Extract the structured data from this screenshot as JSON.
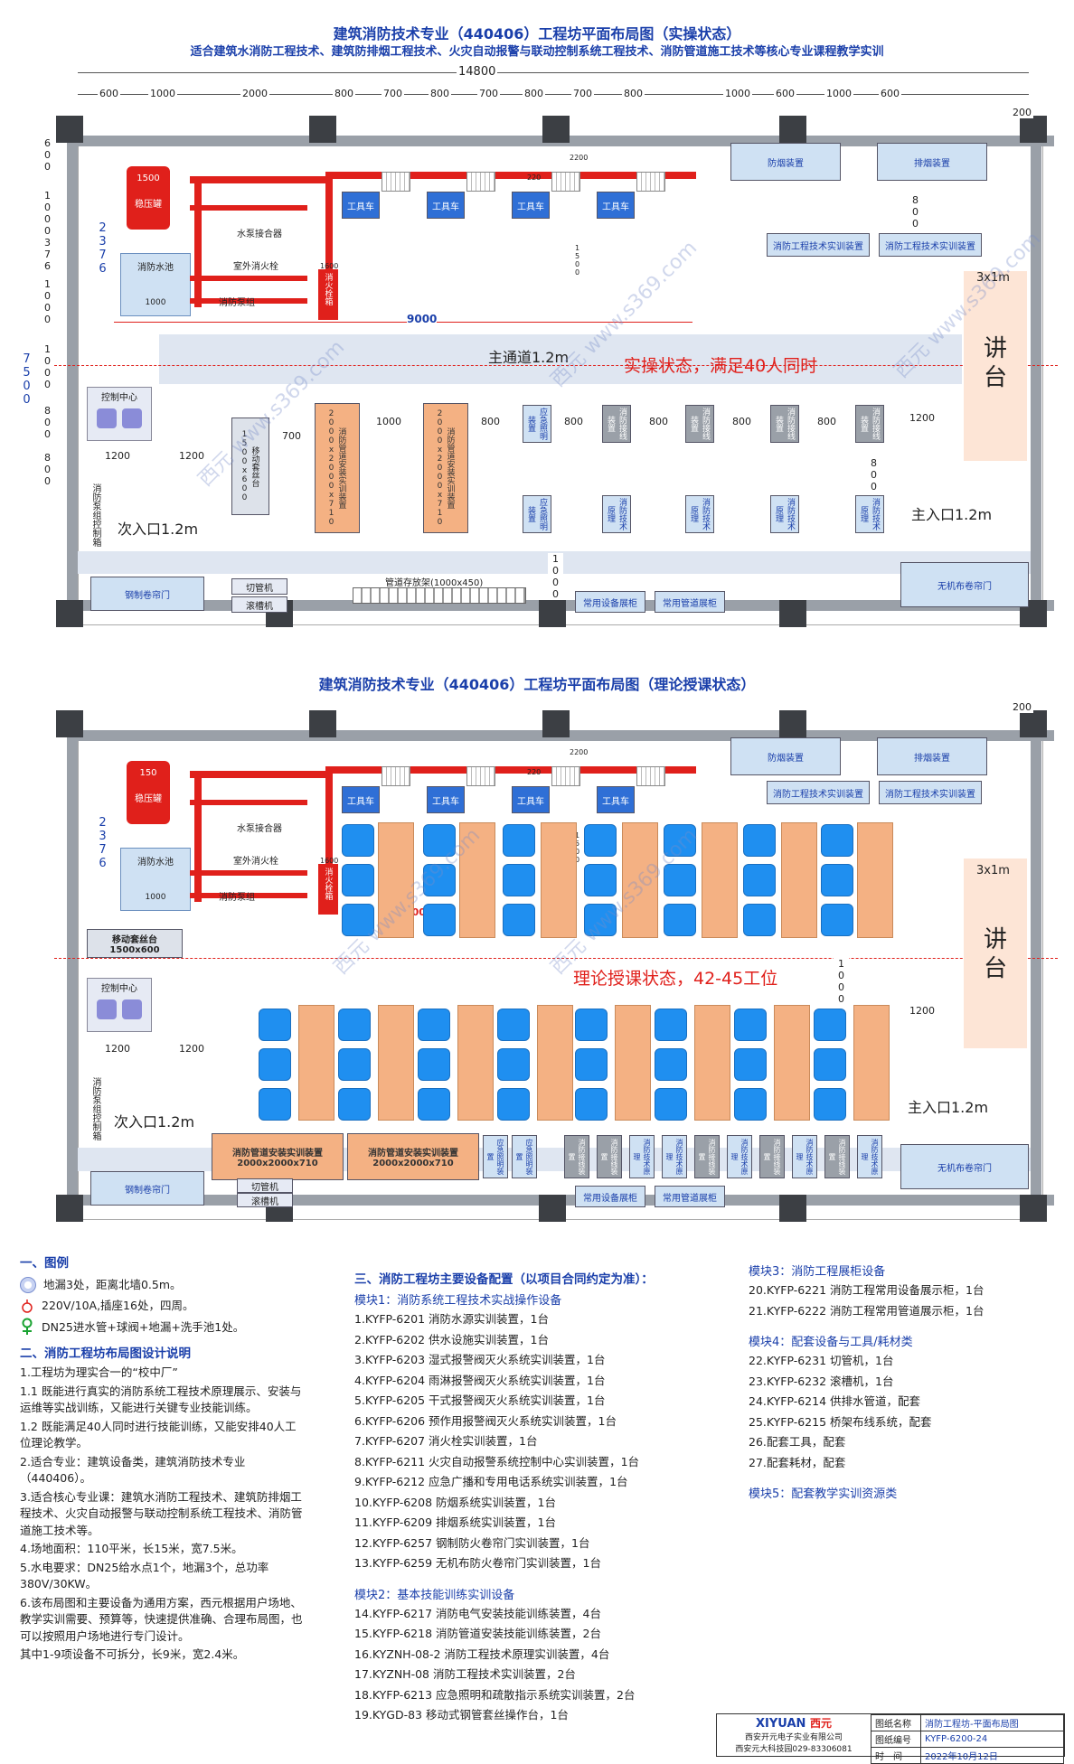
{
  "plan1": {
    "title": "建筑消防技术专业（440406）工程坊平面布局图（实操状态）",
    "subtitle": "适合建筑水消防工程技术、建筑防排烟工程技术、火灾自动报警与联动控制系统工程技术、消防管道施工技术等核心专业课程教学实训",
    "total_width": "14800",
    "top_dims": [
      "600",
      "1000",
      "2000",
      "800",
      "700",
      "800",
      "700",
      "800",
      "700",
      "800",
      "1000",
      "600",
      "1000",
      "600"
    ],
    "dim_200": "200",
    "left_dims": [
      "600",
      "1000",
      "376",
      "1000",
      "1000",
      "800",
      "800"
    ],
    "height_7500": "7500",
    "dim_2376": "2376",
    "dim_9000": "9000",
    "stabilizer_tank": "稳压罐",
    "tank_value": "1500",
    "pool": "消防水池",
    "pool_value": "1000",
    "pump_adapter": "水泵接合器",
    "outdoor_hydrant": "室外消火栓",
    "pump_group": "消防泵组",
    "hydrant_box": "消火栓箱",
    "hydrant_value": "1600",
    "toolbox": "工具车",
    "dim_220": "220",
    "dim_2200": "2200",
    "dim_1500": "1500",
    "smoke_prevent": "防烟装置",
    "smoke_exhaust": "排烟装置",
    "train_device": "消防工程技术实训装置",
    "dim_800_v": "800",
    "area_3x1": "3x1m",
    "podium": "讲台",
    "main_aisle": "主通道1.2m",
    "state_text": "实操状态，满足40人同时",
    "control_center": "控制中心",
    "dim_1200a": "1200",
    "dim_1200b": "1200",
    "pump_control": "消防泵组控制箱",
    "pipe_bench": "移动套丝台1500x600",
    "dim_700": "700",
    "dim_1000": "1000",
    "pipe_install": "消防管道安装实训装置2000x2000x710",
    "emergency_light": "应急照明装置",
    "dims_800_row": [
      "800",
      "800",
      "800",
      "800",
      "800"
    ],
    "dim_1200_right": "1200",
    "wiring": "消防接线装置",
    "principle": "消防技术原理",
    "dim_800_v2": "800",
    "dim_1000_v": "1000",
    "sub_entrance": "次入口1.2m",
    "main_entrance": "主入口1.2m",
    "steel_door": "钢制卷帘门",
    "cutter": "切管机",
    "roller": "滚槽机",
    "pipe_rack": "管道存放架(1000x450)",
    "equip_cabinet": "常用设备展柜",
    "pipe_cabinet": "常用管道展柜",
    "fabric_door": "无机布卷帘门"
  },
  "plan2": {
    "title": "建筑消防技术专业（440406）工程坊平面布局图（理论授课状态）",
    "dim_200": "200",
    "dim_2376": "2376",
    "tank_value": "150",
    "stabilizer_tank": "稳压罐",
    "pool": "消防水池",
    "pool_value": "1000",
    "pump_adapter": "水泵接合器",
    "outdoor_hydrant": "室外消火栓",
    "pump_group": "消防泵组",
    "hydrant_box": "消火栓箱",
    "hydrant_value": "1600",
    "toolbox": "工具车",
    "dim_220": "220",
    "dim_2200": "2200",
    "dim_1500": "1500",
    "dim_900": "900",
    "smoke_prevent": "防烟装置",
    "smoke_exhaust": "排烟装置",
    "train_device": "消防工程技术实训装置",
    "area_3x1": "3x1m",
    "podium": "讲台",
    "state_text": "理论授课状态，42-45工位",
    "bench": "移动套丝台",
    "bench_size": "1500x600",
    "control_center": "控制中心",
    "dim_1200a": "1200",
    "dim_1200b": "1200",
    "dim_1200_right": "1200",
    "dim_1000_v": "1000",
    "pump_control": "消防泵组控制箱",
    "sub_entrance": "次入口1.2m",
    "main_entrance": "主入口1.2m",
    "pipe_install": "消防管道安装实训装置",
    "pipe_install_size": "2000x2000x710",
    "emergency_light": "应急照明装置",
    "wiring": "消防接线装置",
    "principle": "消防技术原理",
    "steel_door": "钢制卷帘门",
    "cutter": "切管机",
    "roller": "滚槽机",
    "equip_cabinet": "常用设备展柜",
    "pipe_cabinet": "常用管道展柜",
    "fabric_door": "无机布卷帘门"
  },
  "legend": {
    "title": "一、图例",
    "items": [
      "地漏3处，距离北墙0.5m。",
      "220V/10A,插座16处，四周。",
      "DN25进水管+球阀+地漏+洗手池1处。"
    ]
  },
  "design": {
    "title": "二、消防工程坊布局图设计说明",
    "lines": [
      "1.工程坊为理实合一的“校中厂”",
      "1.1 既能进行真实的消防系统工程技术原理展示、安装与运维等实战训练，又能进行关键专业技能训练。",
      "1.2 既能满足40人同时进行技能训练，又能安排40人工位理论教学。",
      "2.适合专业：建筑设备类，建筑消防技术专业（440406）。",
      "3.适合核心专业课：建筑水消防工程技术、建筑防排烟工程技术、火灾自动报警与联动控制系统工程技术、消防管道施工技术等。",
      "4.场地面积：110平米，长15米，宽7.5米。",
      "5.水电要求：DN25给水点1个，地漏3个，总功率380V/30KW。",
      "6.该布局图和主要设备为通用方案，西元根据用户场地、教学实训需要、预算等，快速提供准确、合理布局图，也可以按照用户场地进行专门设计。",
      "其中1-9项设备不可拆分，长9米，宽2.4米。"
    ]
  },
  "equipment": {
    "title": "三、消防工程坊主要设备配置（以项目合同约定为准）：",
    "modules": [
      {
        "name": "模块1：消防系统工程技术实战操作设备",
        "items": [
          "1.KYFP-6201 消防水源实训装置，1台",
          "2.KYFP-6202 供水设施实训装置，1台",
          "3.KYFP-6203 湿式报警阀灭火系统实训装置，1台",
          "4.KYFP-6204 雨淋报警阀灭火系统实训装置，1台",
          "5.KYFP-6205 干式报警阀灭火系统实训装置，1台",
          "6.KYFP-6206 预作用报警阀灭火系统实训装置，1台",
          "7.KYFP-6207 消火栓实训装置，1台",
          "8.KYFP-6211 火灾自动报警系统控制中心实训装置，1台",
          "9.KYFP-6212 应急广播和专用电话系统实训装置，1台",
          "10.KYFP-6208 防烟系统实训装置，1台",
          "11.KYFP-6209 排烟系统实训装置，1台",
          "12.KYFP-6257 钢制防火卷帘门实训装置，1台",
          "13.KYFP-6259 无机布防火卷帘门实训装置，1台"
        ]
      },
      {
        "name": "模块2：基本技能训练实训设备",
        "items": [
          "14.KYFP-6217 消防电气安装技能训练装置，4台",
          "15.KYFP-6218 消防管道安装技能训练装置，2台",
          "16.KYZNH-08-2 消防工程技术原理实训装置，4台",
          "17.KYZNH-08 消防工程技术实训装置，2台",
          "18.KYFP-6213 应急照明和疏散指示系统实训装置，2台",
          "19.KYGD-83 移动式钢管套丝操作台，1台"
        ]
      },
      {
        "name": "模块3：消防工程展柜设备",
        "items": [
          "20.KYFP-6221 消防工程常用设备展示柜，1台",
          "21.KYFP-6222 消防工程常用管道展示柜，1台"
        ]
      },
      {
        "name": "模块4：配套设备与工具/耗材类",
        "items": [
          "22.KYFP-6231 切管机，1台",
          "23.KYFP-6232 滚槽机，1台",
          "24.KYFP-6214 供排水管道，配套",
          "25.KYFP-6215 桥架布线系统，配套",
          "26.配套工具，配套",
          "27.配套耗材，配套"
        ]
      },
      {
        "name": "模块5：配套教学实训资源类",
        "items": []
      }
    ]
  },
  "titleblock": {
    "brand": "XIYUAN",
    "brand_cn": "西元",
    "company1": "西安开元电子实业有限公司",
    "company2": "西安元大科技园029-83306081",
    "label_name": "图纸名称",
    "value_name": "消防工程坊-平面布局图",
    "label_code": "图纸编号",
    "value_code": "KYFP-6200-24",
    "label_time": "时　间",
    "value_time": "2022年10月12日"
  },
  "watermark": "西元 www.s369.com",
  "colors": {
    "title_blue": "#1a3faa",
    "accent_red": "#e0201b",
    "device_blue": "#2f6fd6",
    "seat_blue": "#1f8ff0",
    "peach": "#f4b183"
  }
}
